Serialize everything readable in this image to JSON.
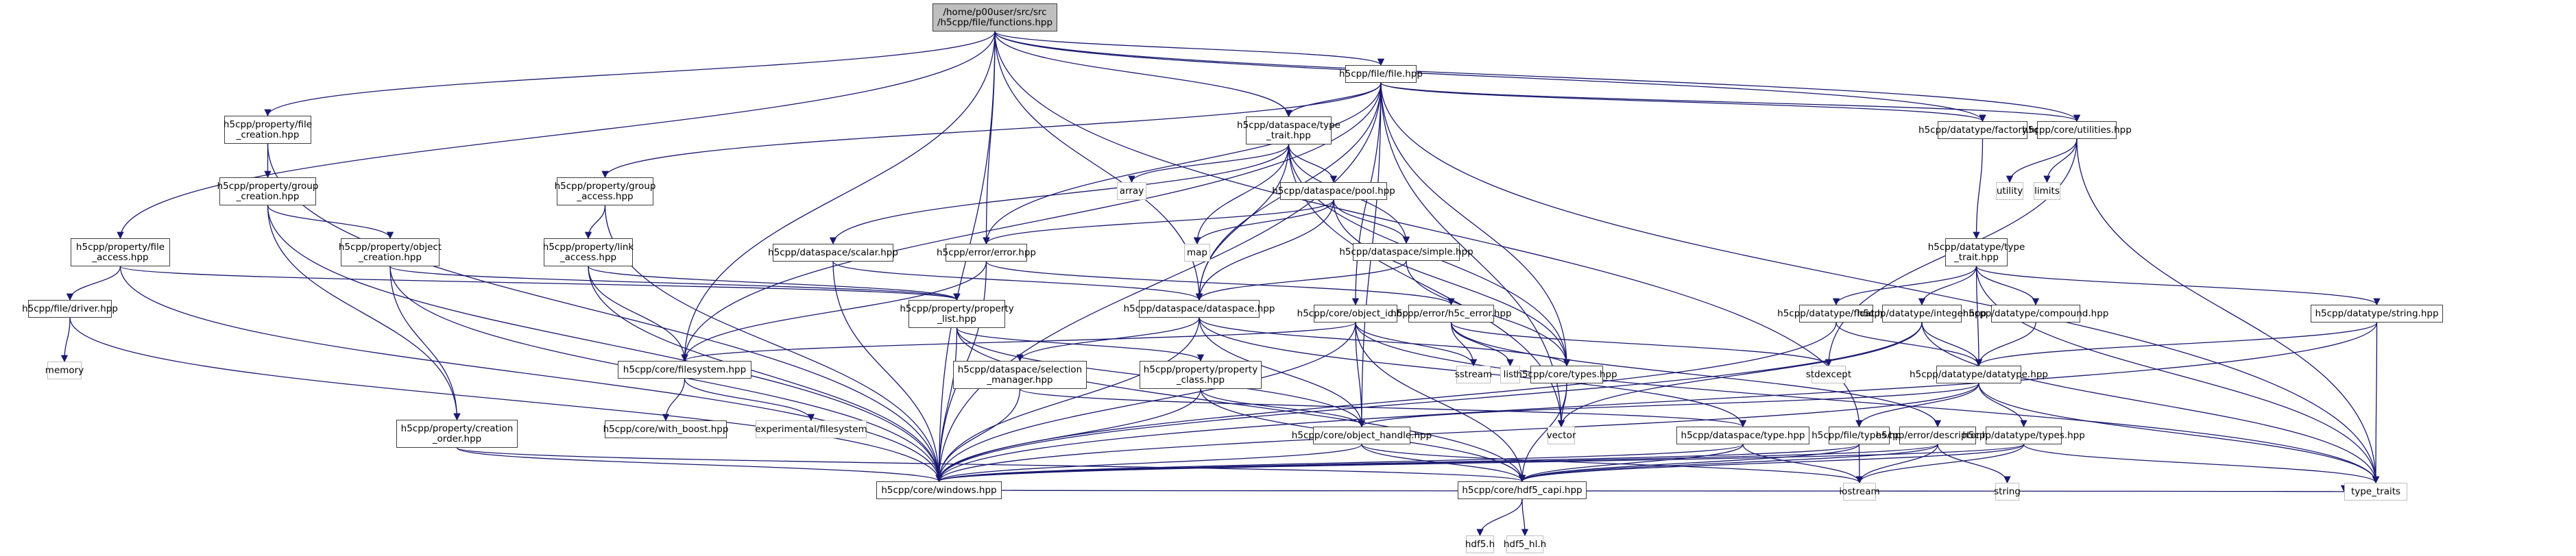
{
  "title": "Include dependency graph for functions.hpp",
  "colors": {
    "edge": "#191970",
    "node_border": "#404040",
    "root_fill": "#bfbfbf",
    "external_border": "#bfbfbf"
  },
  "nodes": {
    "root": {
      "label": "/home/p00user/src/src\n/h5cpp/file/functions.hpp",
      "kind": "root"
    },
    "file_hpp": {
      "label": "h5cpp/file/file.hpp",
      "kind": "local"
    },
    "ds_type_trait": {
      "label": "h5cpp/dataspace/type\n_trait.hpp",
      "kind": "local"
    },
    "dt_factory": {
      "label": "h5cpp/datatype/factory.hpp",
      "kind": "local"
    },
    "core_utilities": {
      "label": "h5cpp/core/utilities.hpp",
      "kind": "local"
    },
    "prop_file_creation": {
      "label": "h5cpp/property/file\n_creation.hpp",
      "kind": "local"
    },
    "prop_group_creation": {
      "label": "h5cpp/property/group\n_creation.hpp",
      "kind": "local"
    },
    "prop_group_access": {
      "label": "h5cpp/property/group\n_access.hpp",
      "kind": "local"
    },
    "ds_pool": {
      "label": "h5cpp/dataspace/pool.hpp",
      "kind": "local"
    },
    "array": {
      "label": "array",
      "kind": "external"
    },
    "map": {
      "label": "map",
      "kind": "external"
    },
    "utility": {
      "label": "utility",
      "kind": "external"
    },
    "limits": {
      "label": "limits",
      "kind": "external"
    },
    "prop_file_access": {
      "label": "h5cpp/property/file\n_access.hpp",
      "kind": "local"
    },
    "ds_scalar": {
      "label": "h5cpp/dataspace/scalar.hpp",
      "kind": "local"
    },
    "err_error": {
      "label": "h5cpp/error/error.hpp",
      "kind": "local"
    },
    "ds_simple": {
      "label": "h5cpp/dataspace/simple.hpp",
      "kind": "local"
    },
    "prop_object_creation": {
      "label": "h5cpp/property/object\n_creation.hpp",
      "kind": "local"
    },
    "prop_link_access": {
      "label": "h5cpp/property/link\n_access.hpp",
      "kind": "local"
    },
    "dt_type_trait": {
      "label": "h5cpp/datatype/type\n_trait.hpp",
      "kind": "local"
    },
    "file_driver": {
      "label": "h5cpp/file/driver.hpp",
      "kind": "local"
    },
    "prop_property_list": {
      "label": "h5cpp/property/property\n_list.hpp",
      "kind": "local"
    },
    "ds_dataspace": {
      "label": "h5cpp/dataspace/dataspace.hpp",
      "kind": "local"
    },
    "core_object_id": {
      "label": "h5cpp/core/object_id.hpp",
      "kind": "local"
    },
    "err_h5c_error": {
      "label": "h5cpp/error/h5c_error.hpp",
      "kind": "local"
    },
    "dt_float": {
      "label": "h5cpp/datatype/float.hpp",
      "kind": "local"
    },
    "dt_integer": {
      "label": "h5cpp/datatype/integer.hpp",
      "kind": "local"
    },
    "dt_compound": {
      "label": "h5cpp/datatype/compound.hpp",
      "kind": "local"
    },
    "dt_string": {
      "label": "h5cpp/datatype/string.hpp",
      "kind": "local"
    },
    "memory": {
      "label": "memory",
      "kind": "external"
    },
    "core_filesystem": {
      "label": "h5cpp/core/filesystem.hpp",
      "kind": "local"
    },
    "ds_selection_manager": {
      "label": "h5cpp/dataspace/selection\n_manager.hpp",
      "kind": "local"
    },
    "prop_property_class": {
      "label": "h5cpp/property/property\n_class.hpp",
      "kind": "local"
    },
    "sstream": {
      "label": "sstream",
      "kind": "external"
    },
    "list": {
      "label": "list",
      "kind": "external"
    },
    "core_types": {
      "label": "h5cpp/core/types.hpp",
      "kind": "local"
    },
    "stdexcept": {
      "label": "stdexcept",
      "kind": "external"
    },
    "dt_datatype": {
      "label": "h5cpp/datatype/datatype.hpp",
      "kind": "local"
    },
    "core_with_boost": {
      "label": "h5cpp/core/with_boost.hpp",
      "kind": "local"
    },
    "exp_filesystem": {
      "label": "experimental/filesystem",
      "kind": "external"
    },
    "prop_creation_order": {
      "label": "h5cpp/property/creation\n_order.hpp",
      "kind": "local"
    },
    "core_object_handle": {
      "label": "h5cpp/core/object_handle.hpp",
      "kind": "local"
    },
    "vector": {
      "label": "vector",
      "kind": "external"
    },
    "ds_type": {
      "label": "h5cpp/dataspace/type.hpp",
      "kind": "local"
    },
    "file_types": {
      "label": "h5cpp/file/types.hpp",
      "kind": "local"
    },
    "err_descriptor": {
      "label": "h5cpp/error/descriptor.hpp",
      "kind": "local"
    },
    "dt_types": {
      "label": "h5cpp/datatype/types.hpp",
      "kind": "local"
    },
    "core_windows": {
      "label": "h5cpp/core/windows.hpp",
      "kind": "local"
    },
    "core_hdf5_capi": {
      "label": "h5cpp/core/hdf5_capi.hpp",
      "kind": "local"
    },
    "iostream": {
      "label": "iostream",
      "kind": "external"
    },
    "string": {
      "label": "string",
      "kind": "external"
    },
    "type_traits": {
      "label": "type_traits",
      "kind": "external"
    },
    "hdf5_h": {
      "label": "hdf5.h",
      "kind": "external"
    },
    "hdf5_hl_h": {
      "label": "hdf5_hl.h",
      "kind": "external"
    }
  },
  "edges": [
    [
      "root",
      "file_hpp"
    ],
    [
      "root",
      "ds_type_trait"
    ],
    [
      "root",
      "dt_factory"
    ],
    [
      "root",
      "core_utilities"
    ],
    [
      "root",
      "prop_file_creation"
    ],
    [
      "root",
      "prop_file_access"
    ],
    [
      "root",
      "err_error"
    ],
    [
      "root",
      "ds_dataspace"
    ],
    [
      "root",
      "core_filesystem"
    ],
    [
      "root",
      "core_windows"
    ],
    [
      "root",
      "file_types"
    ],
    [
      "file_hpp",
      "ds_type_trait"
    ],
    [
      "file_hpp",
      "dt_factory"
    ],
    [
      "file_hpp",
      "core_utilities"
    ],
    [
      "file_hpp",
      "prop_group_access"
    ],
    [
      "file_hpp",
      "err_error"
    ],
    [
      "file_hpp",
      "core_windows"
    ],
    [
      "file_hpp",
      "ds_dataspace"
    ],
    [
      "file_hpp",
      "core_object_id"
    ],
    [
      "file_hpp",
      "core_filesystem"
    ],
    [
      "file_hpp",
      "vector"
    ],
    [
      "file_hpp",
      "core_types"
    ],
    [
      "file_hpp",
      "type_traits"
    ],
    [
      "file_hpp",
      "core_object_handle"
    ],
    [
      "ds_type_trait",
      "array"
    ],
    [
      "ds_type_trait",
      "map"
    ],
    [
      "ds_type_trait",
      "ds_pool"
    ],
    [
      "ds_type_trait",
      "ds_simple"
    ],
    [
      "ds_type_trait",
      "ds_scalar"
    ],
    [
      "ds_type_trait",
      "ds_dataspace"
    ],
    [
      "ds_type_trait",
      "core_types"
    ],
    [
      "ds_type_trait",
      "vector"
    ],
    [
      "dt_factory",
      "dt_type_trait"
    ],
    [
      "core_utilities",
      "utility"
    ],
    [
      "core_utilities",
      "limits"
    ],
    [
      "core_utilities",
      "stdexcept"
    ],
    [
      "core_utilities",
      "type_traits"
    ],
    [
      "prop_file_creation",
      "prop_group_creation"
    ],
    [
      "prop_file_creation",
      "core_windows"
    ],
    [
      "prop_group_creation",
      "prop_object_creation"
    ],
    [
      "prop_group_creation",
      "prop_creation_order"
    ],
    [
      "prop_group_creation",
      "core_windows"
    ],
    [
      "prop_group_access",
      "prop_link_access"
    ],
    [
      "prop_group_access",
      "core_windows"
    ],
    [
      "ds_pool",
      "map"
    ],
    [
      "ds_pool",
      "ds_simple"
    ],
    [
      "ds_pool",
      "err_error"
    ],
    [
      "ds_pool",
      "ds_dataspace"
    ],
    [
      "ds_pool",
      "core_types"
    ],
    [
      "prop_file_access",
      "file_driver"
    ],
    [
      "prop_file_access",
      "prop_property_list"
    ],
    [
      "prop_file_access",
      "core_windows"
    ],
    [
      "ds_scalar",
      "ds_dataspace"
    ],
    [
      "ds_scalar",
      "core_windows"
    ],
    [
      "err_error",
      "err_h5c_error"
    ],
    [
      "err_error",
      "core_filesystem"
    ],
    [
      "err_error",
      "core_windows"
    ],
    [
      "ds_simple",
      "ds_dataspace"
    ],
    [
      "ds_simple",
      "core_types"
    ],
    [
      "prop_object_creation",
      "prop_property_list"
    ],
    [
      "prop_object_creation",
      "prop_creation_order"
    ],
    [
      "prop_object_creation",
      "core_windows"
    ],
    [
      "prop_link_access",
      "prop_property_list"
    ],
    [
      "prop_link_access",
      "core_filesystem"
    ],
    [
      "prop_link_access",
      "core_windows"
    ],
    [
      "dt_type_trait",
      "dt_float"
    ],
    [
      "dt_type_trait",
      "dt_integer"
    ],
    [
      "dt_type_trait",
      "dt_compound"
    ],
    [
      "dt_type_trait",
      "dt_string"
    ],
    [
      "dt_type_trait",
      "dt_datatype"
    ],
    [
      "dt_type_trait",
      "type_traits"
    ],
    [
      "file_driver",
      "memory"
    ],
    [
      "file_driver",
      "core_windows"
    ],
    [
      "prop_property_list",
      "prop_property_class"
    ],
    [
      "prop_property_list",
      "core_object_handle"
    ],
    [
      "prop_property_list",
      "core_windows"
    ],
    [
      "prop_property_list",
      "core_hdf5_capi"
    ],
    [
      "ds_dataspace",
      "ds_selection_manager"
    ],
    [
      "ds_dataspace",
      "ds_type"
    ],
    [
      "ds_dataspace",
      "core_object_handle"
    ],
    [
      "ds_dataspace",
      "core_windows"
    ],
    [
      "ds_dataspace",
      "core_types"
    ],
    [
      "core_object_id",
      "sstream"
    ],
    [
      "core_object_id",
      "core_object_handle"
    ],
    [
      "core_object_id",
      "core_hdf5_capi"
    ],
    [
      "core_object_id",
      "core_windows"
    ],
    [
      "core_object_id",
      "core_filesystem"
    ],
    [
      "core_object_id",
      "type_traits"
    ],
    [
      "err_h5c_error",
      "sstream"
    ],
    [
      "err_h5c_error",
      "list"
    ],
    [
      "err_h5c_error",
      "stdexcept"
    ],
    [
      "err_h5c_error",
      "err_descriptor"
    ],
    [
      "dt_float",
      "dt_datatype"
    ],
    [
      "dt_float",
      "core_windows"
    ],
    [
      "dt_integer",
      "dt_datatype"
    ],
    [
      "dt_integer",
      "core_windows"
    ],
    [
      "dt_integer",
      "type_traits"
    ],
    [
      "dt_integer",
      "vector"
    ],
    [
      "dt_compound",
      "dt_datatype"
    ],
    [
      "dt_string",
      "dt_datatype"
    ],
    [
      "dt_string",
      "type_traits"
    ],
    [
      "dt_string",
      "core_windows"
    ],
    [
      "core_filesystem",
      "core_with_boost"
    ],
    [
      "core_filesystem",
      "exp_filesystem"
    ],
    [
      "ds_selection_manager",
      "core_windows"
    ],
    [
      "ds_selection_manager",
      "ds_type"
    ],
    [
      "prop_property_class",
      "core_object_handle"
    ],
    [
      "prop_property_class",
      "core_windows"
    ],
    [
      "prop_property_class",
      "core_hdf5_capi"
    ],
    [
      "core_types",
      "core_hdf5_capi"
    ],
    [
      "core_types",
      "vector"
    ],
    [
      "dt_datatype",
      "dt_types"
    ],
    [
      "dt_datatype",
      "core_object_handle"
    ],
    [
      "dt_datatype",
      "core_windows"
    ],
    [
      "dt_datatype",
      "file_types"
    ],
    [
      "dt_datatype",
      "type_traits"
    ],
    [
      "prop_creation_order",
      "core_windows"
    ],
    [
      "prop_creation_order",
      "core_hdf5_capi"
    ],
    [
      "core_object_handle",
      "core_windows"
    ],
    [
      "core_object_handle",
      "core_hdf5_capi"
    ],
    [
      "core_object_handle",
      "iostream"
    ],
    [
      "ds_type",
      "core_windows"
    ],
    [
      "ds_type",
      "core_hdf5_capi"
    ],
    [
      "ds_type",
      "iostream"
    ],
    [
      "file_types",
      "iostream"
    ],
    [
      "file_types",
      "core_windows"
    ],
    [
      "file_types",
      "core_hdf5_capi"
    ],
    [
      "err_descriptor",
      "iostream"
    ],
    [
      "err_descriptor",
      "string"
    ],
    [
      "err_descriptor",
      "core_windows"
    ],
    [
      "err_descriptor",
      "core_hdf5_capi"
    ],
    [
      "dt_types",
      "iostream"
    ],
    [
      "dt_types",
      "type_traits"
    ],
    [
      "dt_types",
      "core_windows"
    ],
    [
      "dt_types",
      "core_hdf5_capi"
    ],
    [
      "core_windows",
      "type_traits"
    ],
    [
      "core_hdf5_capi",
      "hdf5_h"
    ],
    [
      "core_hdf5_capi",
      "hdf5_hl_h"
    ]
  ]
}
